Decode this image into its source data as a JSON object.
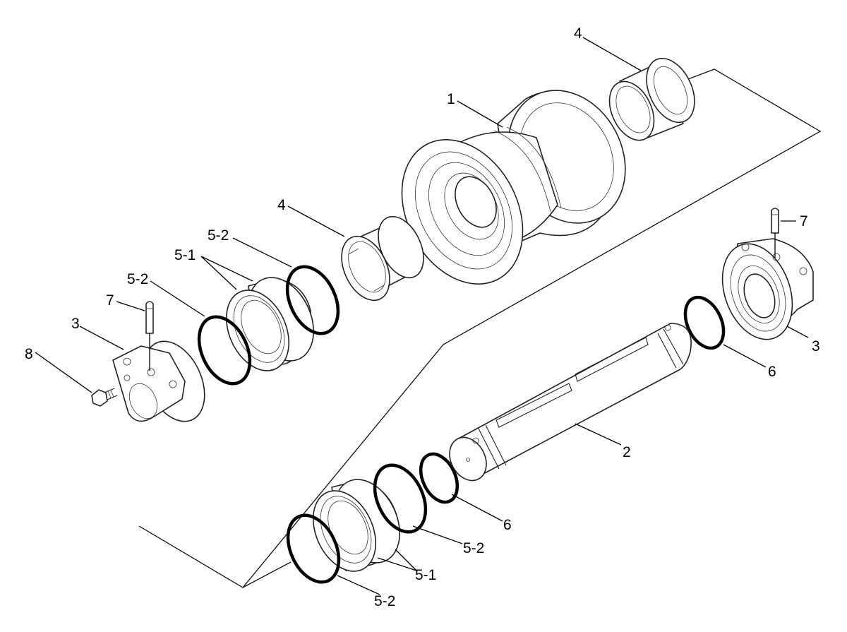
{
  "callouts": {
    "c1": "1",
    "c2": "2",
    "c3a": "3",
    "c3b": "3",
    "c4a": "4",
    "c4b": "4",
    "c5_1a": "5-1",
    "c5_1b": "5-1",
    "c5_2a": "5-2",
    "c5_2b": "5-2",
    "c5_2c": "5-2",
    "c5_2d": "5-2",
    "c6a": "6",
    "c6b": "6",
    "c7a": "7",
    "c7b": "7",
    "c8": "8"
  }
}
